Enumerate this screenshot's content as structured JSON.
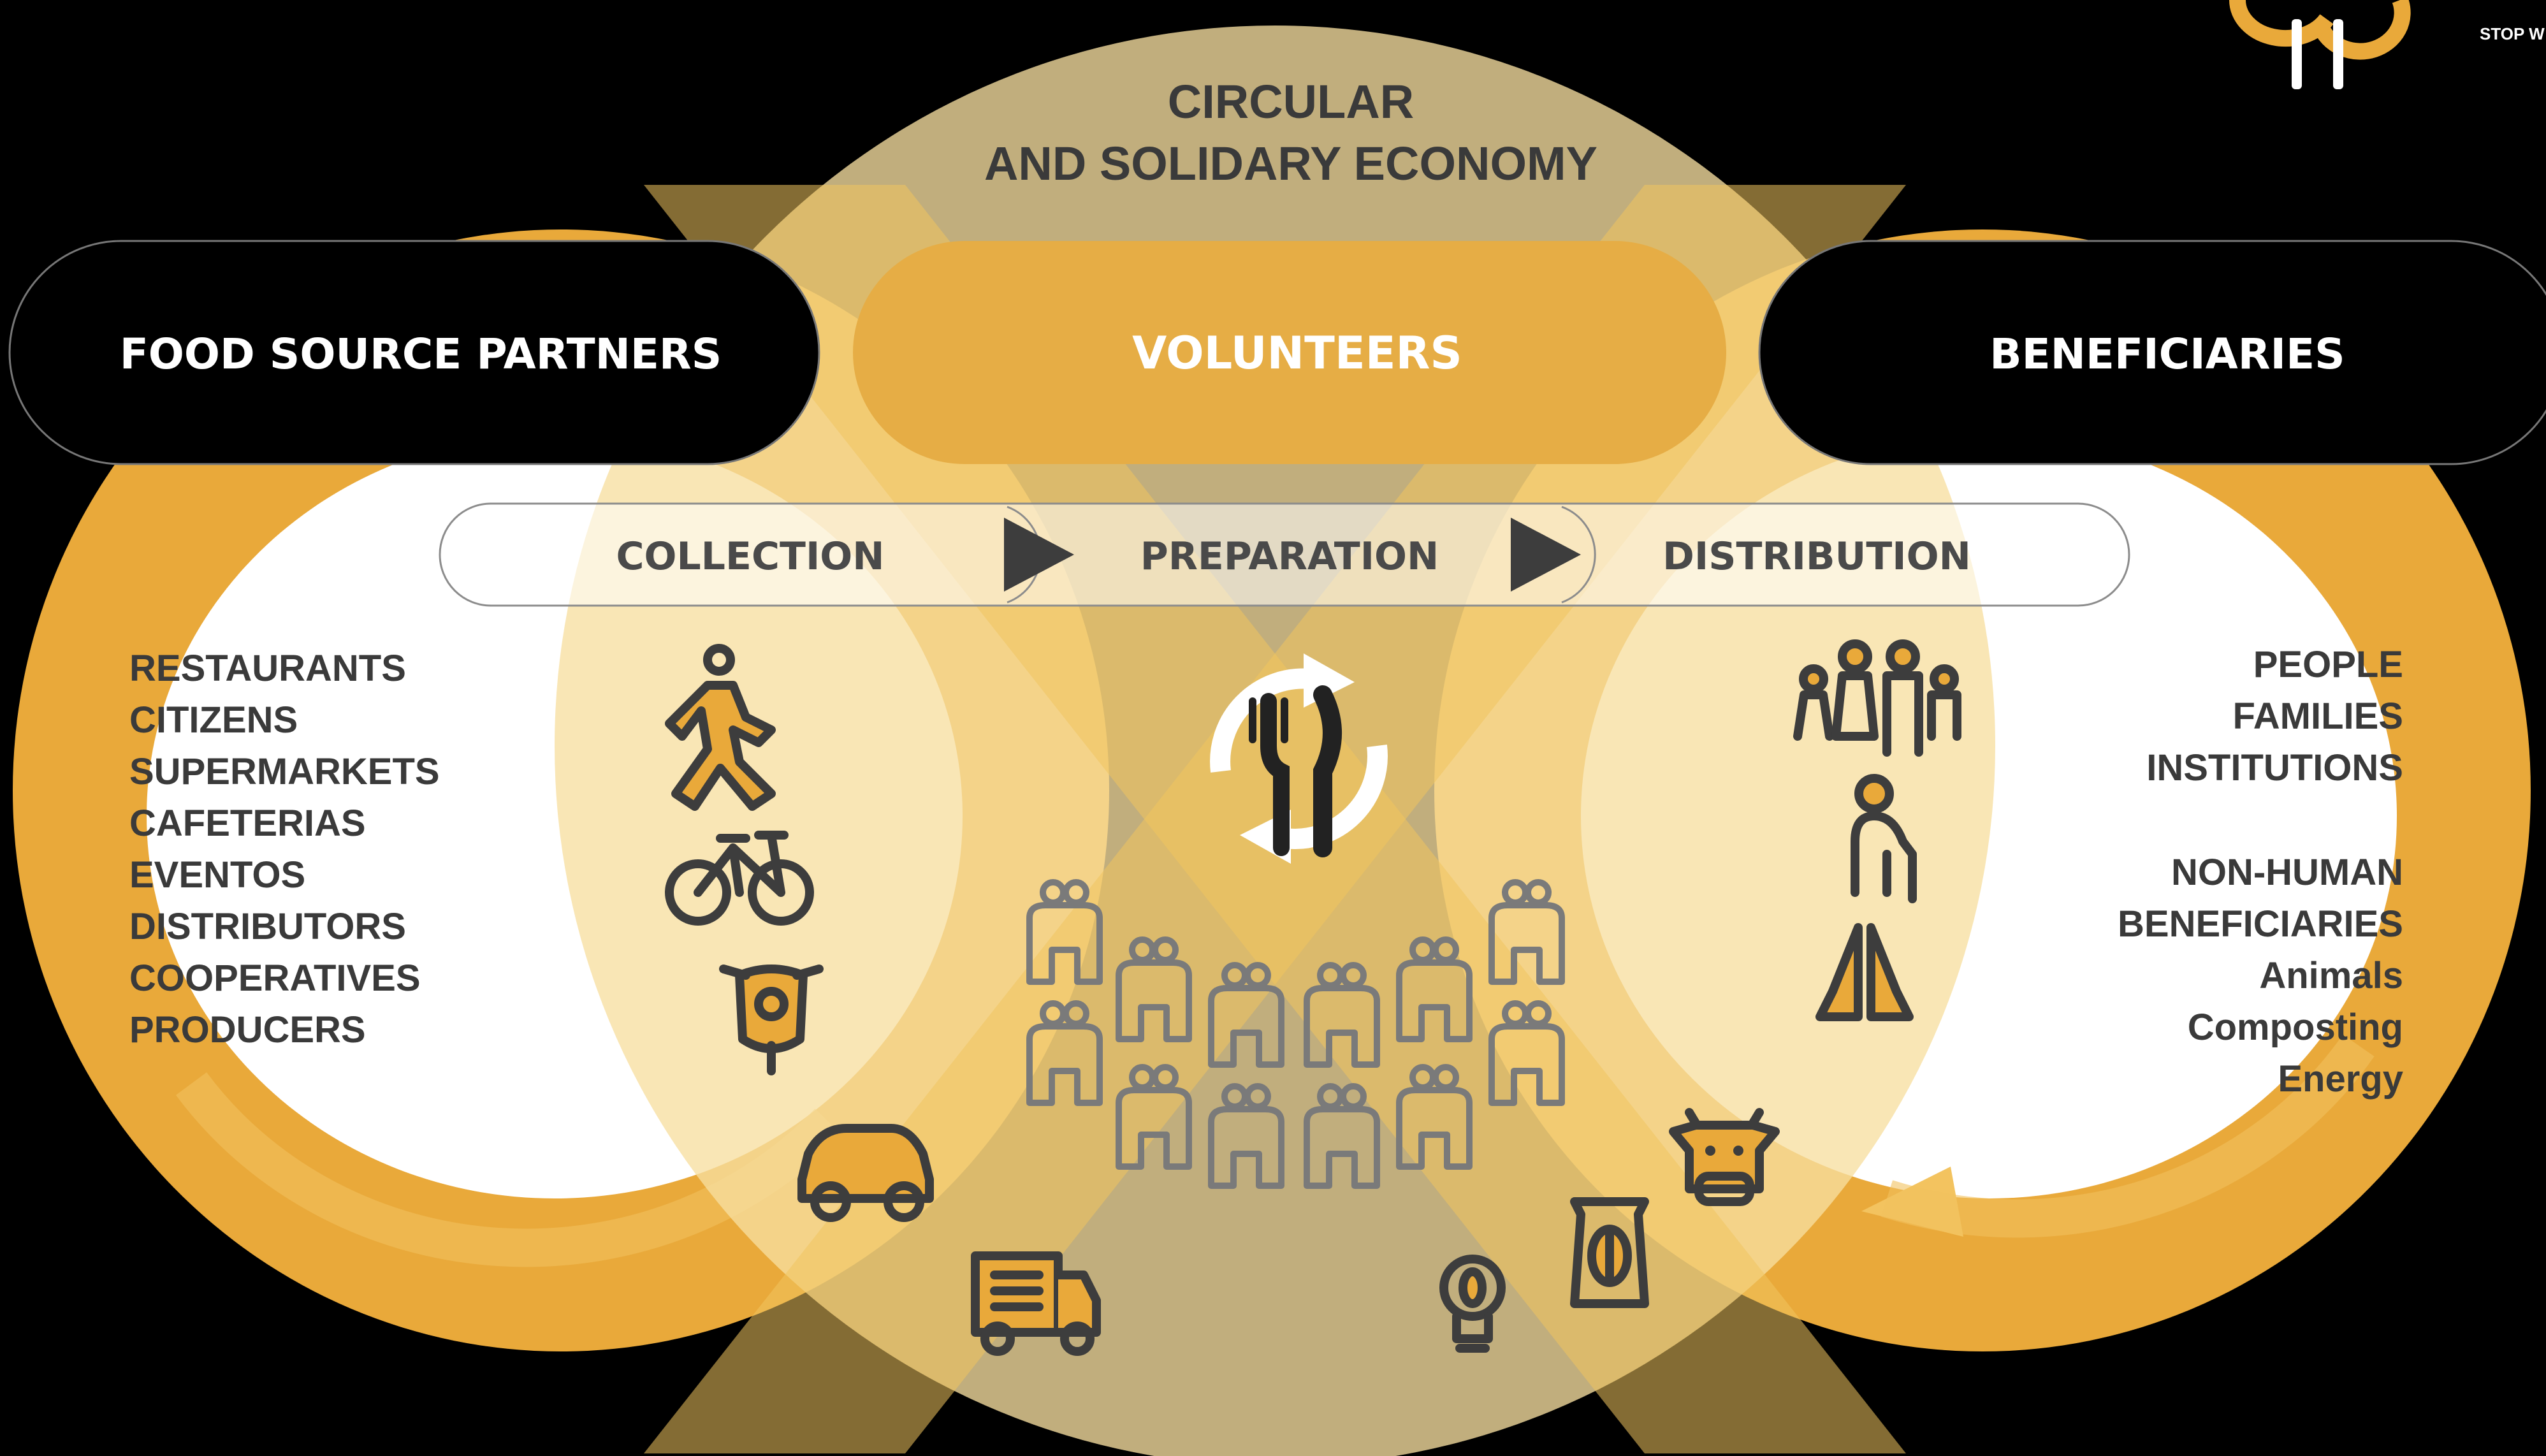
{
  "header": {
    "line1": "CIRCULAR",
    "line2": "AND SOLIDARY ECONOMY"
  },
  "logo_text": "STOP W",
  "pills": {
    "left": "FOOD SOURCE PARTNERS",
    "center": "VOLUNTEERS",
    "right": "BENEFICIARIES"
  },
  "steps": [
    "COLLECTION",
    "PREPARATION",
    "DISTRIBUTION"
  ],
  "partners": [
    "RESTAURANTS",
    "CITIZENS",
    "SUPERMARKETS",
    "CAFETERIAS",
    "EVENTOS",
    "DISTRIBUTORS",
    "COOPERATIVES",
    "PRODUCERS"
  ],
  "beneficiaries": [
    "PEOPLE",
    "FAMILIES",
    "INSTITUTIONS"
  ],
  "non_human": [
    "NON-HUMAN",
    "BENEFICIARIES",
    "Animals",
    "Composting",
    "Energy"
  ],
  "icons": {
    "collection": [
      "walking-person-icon",
      "bicycle-icon",
      "scooter-icon",
      "car-icon",
      "van-icon"
    ],
    "preparation": [
      "recycle-cutlery-icon",
      "volunteers-group-icon"
    ],
    "distribution": [
      "family-icon",
      "elderly-person-icon",
      "praying-hands-icon",
      "cow-icon",
      "compost-bag-icon",
      "lightbulb-leaf-icon"
    ]
  },
  "colors": {
    "background": "#000000",
    "ring": "#e9a93a",
    "ring_dark": "#d9962a",
    "circle_light": "#f7dfa0",
    "pill_black": "#000000",
    "pill_gold": "#e6ad45",
    "text_dark": "#3a3a3a"
  }
}
